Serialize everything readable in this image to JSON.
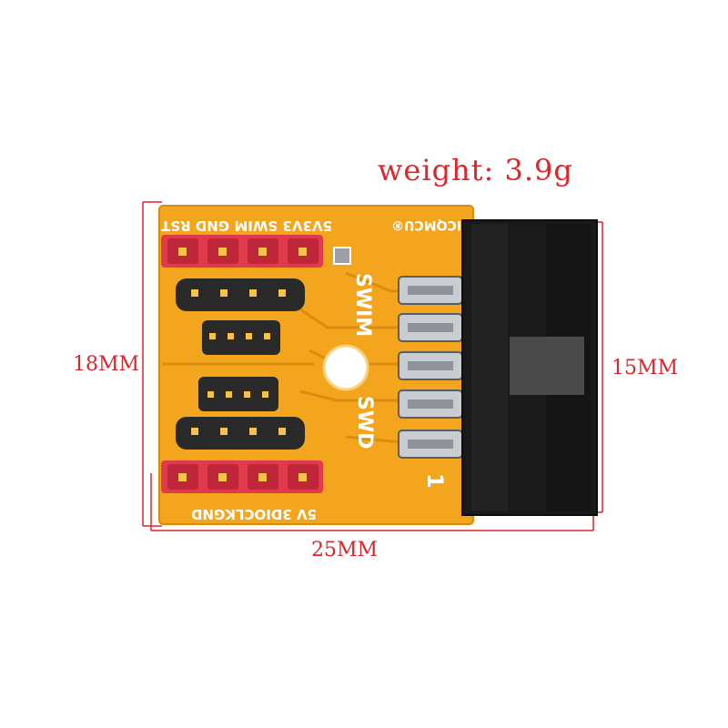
{
  "weight_label": "weight: 3.9g",
  "dimensions": {
    "height_pcb": "18MM",
    "height_connector": "15MM",
    "width": "25MM"
  },
  "silkscreen": {
    "top_pins": "5V3V3 SWIM GND RST",
    "bottom_pins": "5V 3DIOCLKGND",
    "brand": "ICQMCU®",
    "swim": "SWIM",
    "swd": "SWD",
    "pin_one": "1"
  },
  "colors": {
    "dimension_red": "#e0242a",
    "pcb_yellow": "#f2a51d",
    "connector_black": "#1a1a1a",
    "header_red": "#e13a4d"
  }
}
